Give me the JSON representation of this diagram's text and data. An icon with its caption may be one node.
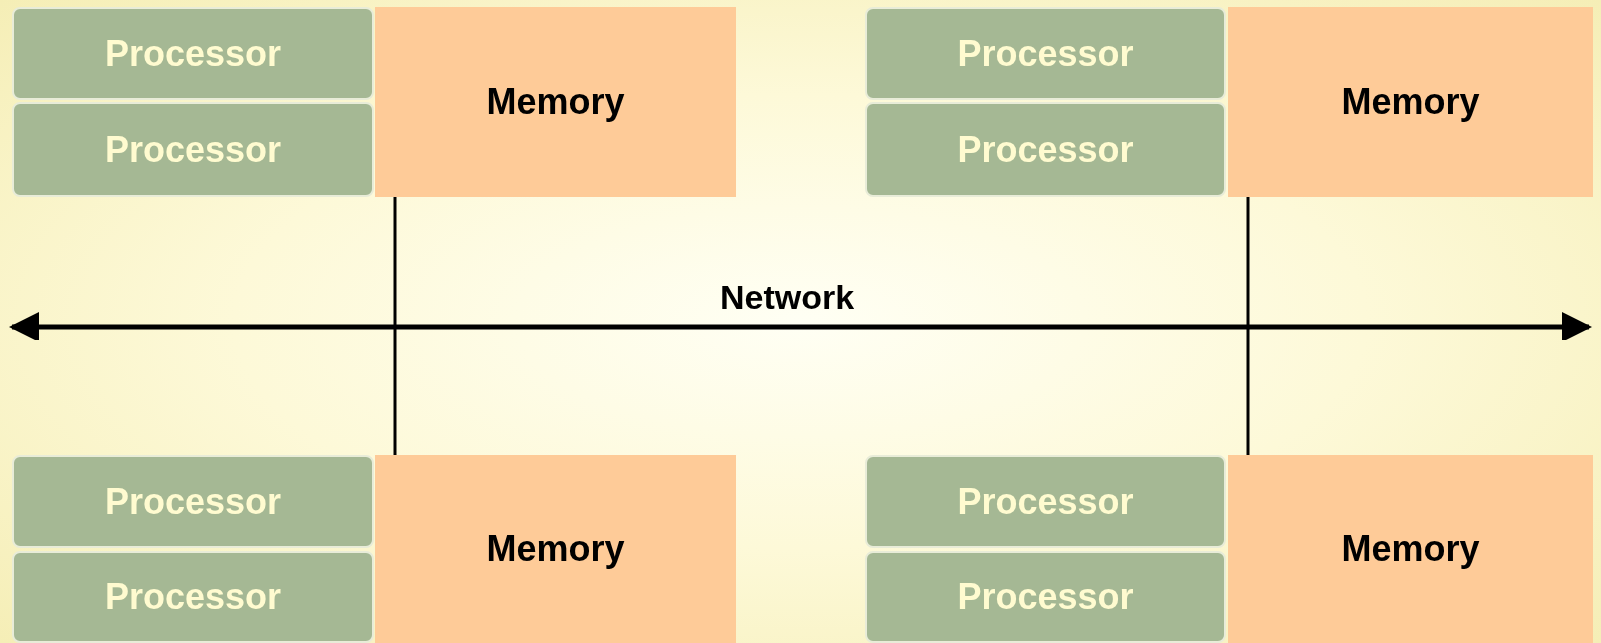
{
  "diagram": {
    "nodes": [
      {
        "text": [
          "Processor"
        ]
      },
      {
        "text": [
          "Processor"
        ]
      },
      {
        "text": [
          "Memory"
        ]
      },
      {
        "text": [
          "Processor"
        ]
      },
      {
        "text": [
          "Processor"
        ]
      },
      {
        "text": [
          "Memory"
        ]
      },
      {
        "text": [
          "Network"
        ]
      },
      {
        "text": [
          "Processor"
        ]
      },
      {
        "text": [
          "Processor"
        ]
      },
      {
        "text": [
          "Memory"
        ]
      },
      {
        "text": [
          "Processor"
        ]
      },
      {
        "text": [
          "Processor"
        ]
      },
      {
        "text": [
          "Memory"
        ]
      }
    ],
    "edges": [
      {
        "from": 2,
        "to": 6,
        "arrow": "none"
      },
      {
        "from": 5,
        "to": 6,
        "arrow": "none"
      },
      {
        "from": 9,
        "to": 6,
        "arrow": "none"
      },
      {
        "from": 12,
        "to": 6,
        "arrow": "none"
      }
    ]
  }
}
